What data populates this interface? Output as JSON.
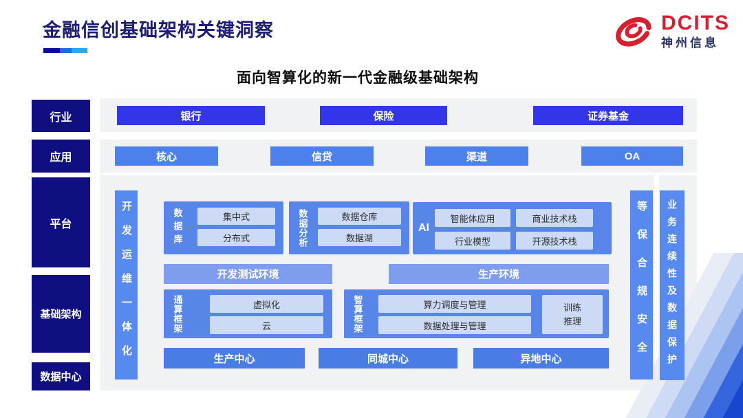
{
  "header": {
    "title": "金融信创基础架构关键洞察",
    "subtitle": "面向智算化的新一代金融级基础架构",
    "logo": {
      "brand": "DCITS",
      "company": "神州信息"
    }
  },
  "side_labels": {
    "industry": "行业",
    "application": "应用",
    "platform": "平台",
    "infrastructure": "基础架构",
    "datacenter": "数据中心"
  },
  "industry_row": {
    "items": [
      "银行",
      "保险",
      "证券基金"
    ]
  },
  "application_row": {
    "items": [
      "核心",
      "信贷",
      "渠道",
      "OA"
    ]
  },
  "platform": {
    "devops_bar": "开发运维一体化",
    "database": {
      "label": "数据库",
      "items": [
        "集中式",
        "分布式"
      ]
    },
    "analytics": {
      "label": "数据分析",
      "items": [
        "数据仓库",
        "数据湖"
      ]
    },
    "ai": {
      "label": "AI",
      "items": [
        "智能体应用",
        "商业技术栈",
        "行业模型",
        "开源技术栈"
      ]
    },
    "environments": {
      "dev_test": "开发测试环境",
      "production": "生产环境"
    },
    "general_compute": {
      "label": "通算框架",
      "items": [
        "虚拟化",
        "云"
      ]
    },
    "intelligent_compute": {
      "label": "智算框架",
      "items": [
        "算力调度与管理",
        "数据处理与管理"
      ],
      "side": "训练\n推理"
    },
    "centers": [
      "生产中心",
      "同城中心",
      "异地中心"
    ],
    "security_bar": "等保合规安全",
    "continuity_bar": "业务连续性及数据保护"
  },
  "colors": {
    "title_navy": "#1d1d72",
    "label_navy": "#0f0f82",
    "band_gray": "#f1f2f4",
    "primary_blue": "#3336e8",
    "secondary_blue": "#4d80ea",
    "container_blue": "#5786e8",
    "bar_blue": "#568aee",
    "light_box_blue": "#ccdaf6",
    "env_blue": "#7e9ded",
    "center_blue": "#4a7de4",
    "brand_red": "#d6202f",
    "underline_segments": [
      "#0c0ca0",
      "#1e6ad8",
      "#2fa8e8"
    ]
  }
}
